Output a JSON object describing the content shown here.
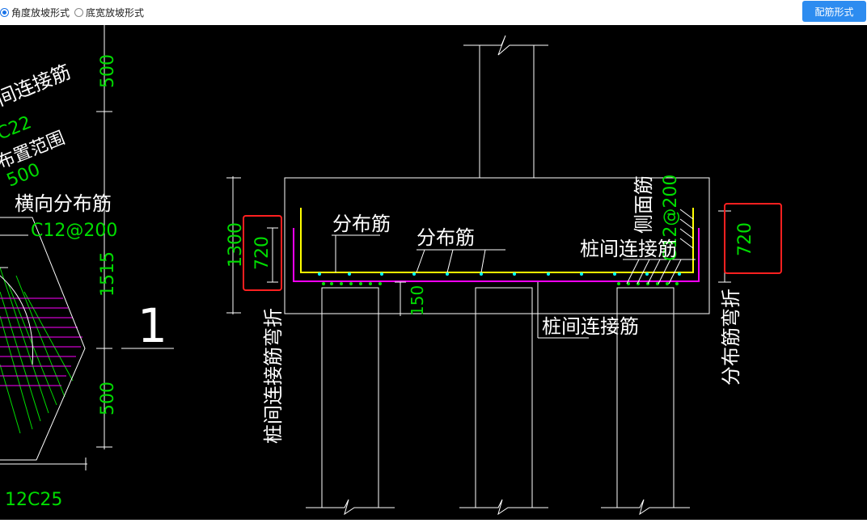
{
  "toolbar": {
    "option_angle": "角度放坡形式",
    "option_width": "底宽放坡形式",
    "selected": "option_angle",
    "rebar_button": "配筋形式"
  },
  "drawing": {
    "left": {
      "label_pile_connect": "间连接筋",
      "label_c22": "C22",
      "label_range": "布置范围",
      "label_500a": "500",
      "label_transverse": "横向分布筋",
      "label_c12": "C12@200",
      "dim_500_top": "500",
      "dim_1515": "1515",
      "dim_500_bottom": "500",
      "section_number": "1",
      "label_12c25": "12C25"
    },
    "section": {
      "dim_1300": "1300",
      "dim_720_left": "720",
      "dim_150": "150",
      "dim_720_right": "720",
      "label_dist1": "分布筋",
      "label_dist2": "分布筋",
      "label_side": "侧面筋",
      "label_c12_side": "C12@200",
      "label_pile_connect_right": "桩间连接筋",
      "label_pile_connect_bottom": "桩间连接筋",
      "label_left_vertical": "桩间连接筋弯折",
      "label_right_vertical": "分布筋弯折"
    },
    "colors": {
      "background": "#000000",
      "dimension_green": "#00dd00",
      "outline_white": "#ffffff",
      "rebar_yellow": "#ffff00",
      "rebar_magenta": "#ff00ff",
      "highlight_red": "#ff2020",
      "dot_cyan": "#00ffff"
    }
  }
}
